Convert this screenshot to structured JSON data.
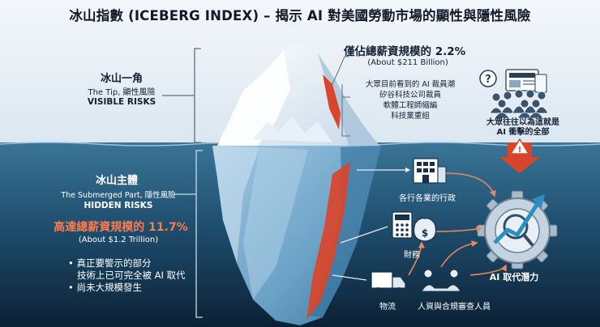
{
  "title": "冰山指數 (ICEBERG INDEX) – 揭示 AI 對美國勞動市場的顯性與隱性風險",
  "tip": {
    "heading": "冰山一角",
    "subtitle": "The Tip, 顯性風險",
    "tag": "VISIBLE RISKS",
    "stat": "僅佔總薪資規模的 2.2%",
    "stat_sub": "(About $211 Billion)",
    "examples": [
      "大眾目前看到的 AI 裁員潮",
      "矽谷科技公司裁員",
      "軟體工程師縮編",
      "科技業重組"
    ],
    "public_perception": [
      "大眾往往以為這就是",
      "AI 衝擊的全部"
    ]
  },
  "submerged": {
    "heading": "冰山主體",
    "subtitle": "The Submerged Part, 隱性風險",
    "tag": "HIDDEN RISKS",
    "stat": "高達總薪資規模的 11.7%",
    "stat_sub": "(About $1.2 Trillion)",
    "bullets": [
      "真正要警示的部分",
      "技術上已可完全被 AI 取代",
      "尚未大規模發生"
    ]
  },
  "sectors": {
    "admin": "各行各業的行政",
    "finance": "財務",
    "logistics": "物流",
    "hr": "人資與合規審查人員",
    "hub": "AI 取代潛力"
  },
  "icons": [
    "news-icon",
    "question-icon",
    "crowd-icon",
    "warning-icon",
    "office-building-icon",
    "calculator-icon",
    "money-bag-icon",
    "delivery-truck-icon",
    "handshake-icon",
    "gear-icon",
    "magnifier-icon",
    "trend-arrow-icon"
  ],
  "colors": {
    "accent_red": "#d9452b",
    "water_top": "#2f6a8c",
    "water_bottom": "#0b2237",
    "stat_orange": "#ff7a4f"
  }
}
